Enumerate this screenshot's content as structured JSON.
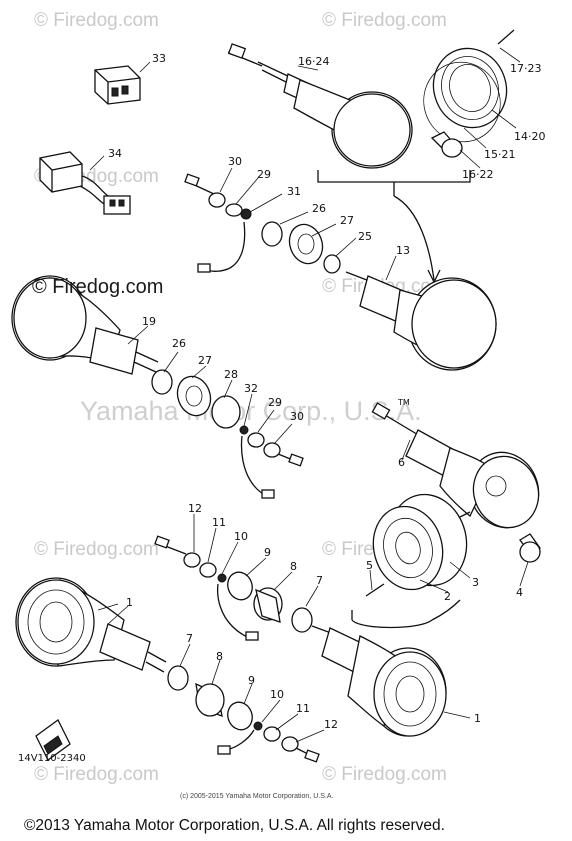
{
  "watermarks": {
    "firedog": "© Firedog.com",
    "firedog_dark": "© Firedog.com",
    "yamaha": "Yamaha Motor Corp., U.S.A."
  },
  "part_labels": {
    "p33": "33",
    "p34": "34",
    "p1624": "16·24",
    "p1723": "17·23",
    "p1420": "14·20",
    "p1521": "15·21",
    "p1622": "16·22",
    "p30a": "30",
    "p29a": "29",
    "p31": "31",
    "p26a": "26",
    "p27a": "27",
    "p25": "25",
    "p13": "13",
    "p19": "19",
    "p26b": "26",
    "p27b": "27",
    "p28": "28",
    "p32": "32",
    "p29b": "29",
    "p30b": "30",
    "pTM": "TM",
    "p6": "6",
    "p12a": "12",
    "p11a": "11",
    "p10a": "10",
    "p9a": "9",
    "p8a": "8",
    "p7a": "7",
    "p5": "5",
    "p2": "2",
    "p3": "3",
    "p4": "4",
    "p1a": "1",
    "p7b": "7",
    "p8b": "8",
    "p9b": "9",
    "p10b": "10",
    "p11b": "11",
    "p12b": "12",
    "p1b": "1"
  },
  "diagram_code": "14V110-2340",
  "copyright_small": "(c) 2005-2015 Yamaha Motor Corporation, U.S.A.",
  "copyright_main": "©2013 Yamaha Motor Corporation, U.S.A. All rights reserved."
}
